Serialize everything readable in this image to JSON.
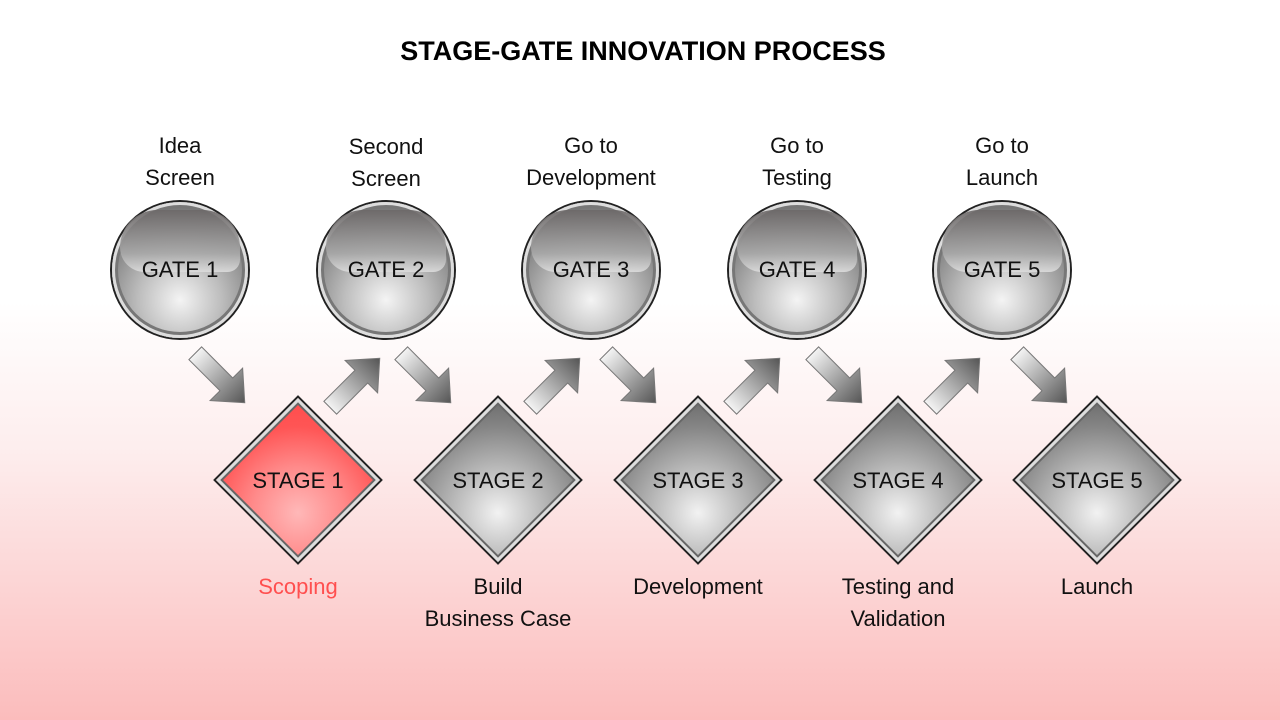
{
  "title": "STAGE-GATE INNOVATION PROCESS",
  "colors": {
    "active": "#ff4f4f",
    "gate": "#8e8e8e"
  },
  "gates": [
    {
      "label": "GATE 1",
      "caption": [
        "Idea",
        "Screen"
      ]
    },
    {
      "label": "GATE 2",
      "caption": [
        "Second",
        "Screen"
      ]
    },
    {
      "label": "GATE 3",
      "caption": [
        "Go to",
        "Development"
      ]
    },
    {
      "label": "GATE 4",
      "caption": [
        "Go to",
        "Testing"
      ]
    },
    {
      "label": "GATE 5",
      "caption": [
        "Go to",
        "Launch"
      ]
    }
  ],
  "stages": [
    {
      "label": "STAGE 1",
      "caption": [
        "Scoping"
      ],
      "active": true
    },
    {
      "label": "STAGE 2",
      "caption": [
        "Build",
        "Business Case"
      ],
      "active": false
    },
    {
      "label": "STAGE 3",
      "caption": [
        "Development"
      ],
      "active": false
    },
    {
      "label": "STAGE 4",
      "caption": [
        "Testing and",
        "Validation"
      ],
      "active": false
    },
    {
      "label": "STAGE 5",
      "caption": [
        "Launch"
      ],
      "active": false
    }
  ]
}
